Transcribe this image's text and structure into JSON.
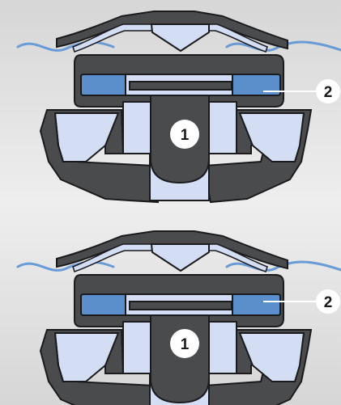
{
  "colors": {
    "background": "#dcdcdc",
    "body_dark": "#4a4b4d",
    "outline": "#1b1b1d",
    "light_blue": "#d3def5",
    "medium_blue": "#5a8fcc",
    "wave_blue": "#6b9bd6",
    "label_bg": "#ffffff"
  },
  "diagrams": [
    {
      "callouts": [
        {
          "text": "1"
        },
        {
          "text": "2"
        }
      ]
    },
    {
      "callouts": [
        {
          "text": "1"
        },
        {
          "text": "2"
        }
      ]
    }
  ]
}
